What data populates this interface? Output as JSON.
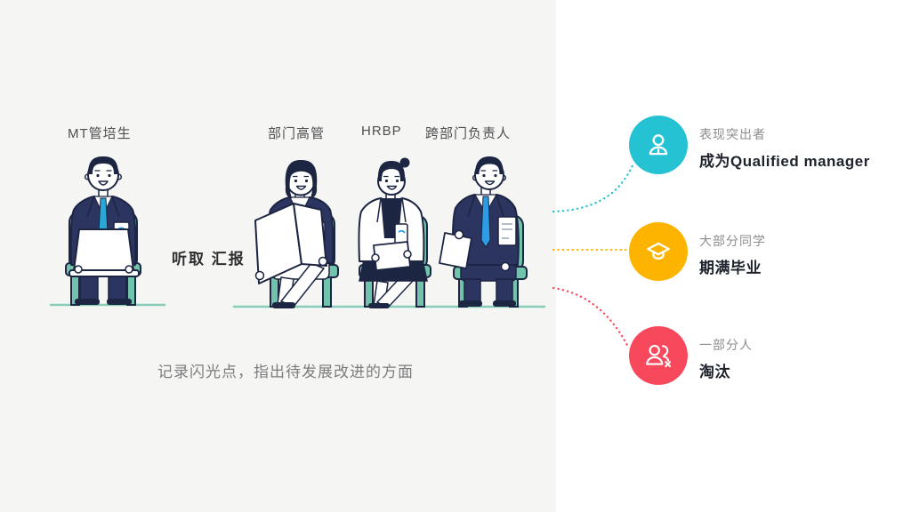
{
  "slide": {
    "roles": {
      "mt": "MT管培生",
      "exec": "部门高管",
      "hrbp": "HRBP",
      "cross": "跨部门负责人"
    },
    "action_text": "听取 汇报",
    "caption": "记录闪光点，指出待发展改进的方面"
  },
  "outcomes": [
    {
      "label": "表现突出者",
      "result": "成为Qualified manager",
      "color": "#25c2d4",
      "icon": "user-icon"
    },
    {
      "label": "大部分同学",
      "result": "期满毕业",
      "color": "#fcb400",
      "icon": "graduation-cap-icon"
    },
    {
      "label": "一部分人",
      "result": "淘汰",
      "color": "#f8495c",
      "icon": "user-remove-icon"
    }
  ],
  "palette": {
    "panel_bg": "#f5f5f4",
    "suit_navy": "#2b3560",
    "outline_navy": "#1c2542",
    "chair_teal": "#72c3ab",
    "tie_blue": "#2e9ce4",
    "tie_cyan": "#29a8d8"
  }
}
